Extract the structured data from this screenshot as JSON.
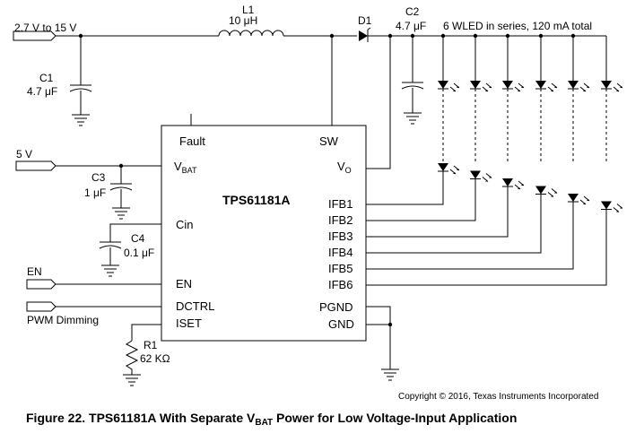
{
  "inputs": {
    "vin": "2.7 V to 15 V",
    "vbat_supply": "5 V",
    "en": "EN",
    "pwm": "PWM Dimming"
  },
  "components": {
    "L1": {
      "name": "L1",
      "value": "10 μH"
    },
    "D1": {
      "name": "D1"
    },
    "C1": {
      "name": "C1",
      "value": "4.7 μF"
    },
    "C2": {
      "name": "C2",
      "value": "4.7 μF"
    },
    "C3": {
      "name": "C3",
      "value": "1 μF"
    },
    "C4": {
      "name": "C4",
      "value": "0.1 μF"
    },
    "R1": {
      "name": "R1",
      "value": "62 KΩ"
    }
  },
  "led_label": "6 WLED in series, 120 mA total",
  "ic": {
    "name": "TPS61181A",
    "pins_left": {
      "fault": "Fault",
      "vbat_main": "V",
      "vbat_sub": "BAT",
      "cin": "Cin",
      "en": "EN",
      "dctrl": "DCTRL",
      "iset": "ISET"
    },
    "pins_right": {
      "sw": "SW",
      "vo_main": "V",
      "vo_sub": "O",
      "ifb1": "IFB1",
      "ifb2": "IFB2",
      "ifb3": "IFB3",
      "ifb4": "IFB4",
      "ifb5": "IFB5",
      "ifb6": "IFB6",
      "pgnd": "PGND",
      "gnd": "GND"
    }
  },
  "copyright": "Copyright © 2016, Texas Instruments Incorporated",
  "caption": {
    "part1": "Figure 22.  TPS61181A With Separate V",
    "sub": "BAT",
    "part2": " Power for Low Voltage-Input Application"
  }
}
